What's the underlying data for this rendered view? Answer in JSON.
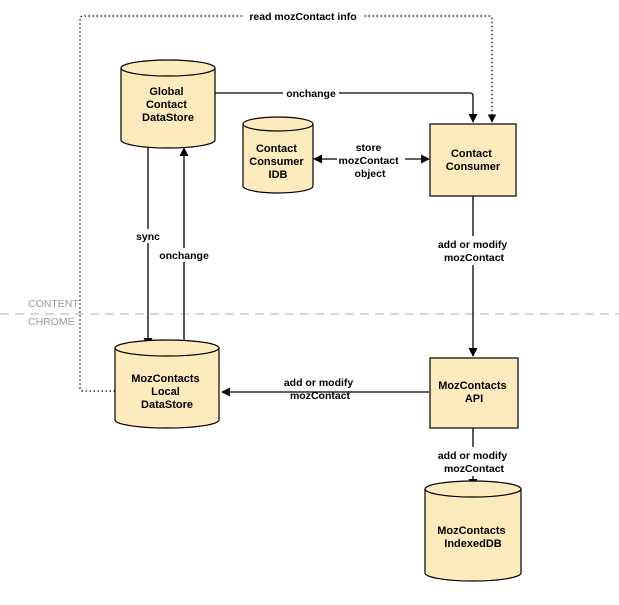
{
  "colors": {
    "node_fill": "#fdebbd",
    "node_stroke": "#000000",
    "divider": "#cccccc",
    "zone_text": "#9a9a9a"
  },
  "zones": {
    "top": "CONTENT",
    "bottom": "CHROME"
  },
  "nodes": {
    "global_datastore": {
      "shape": "cylinder",
      "lines": [
        "Global",
        "Contact",
        "DataStore"
      ]
    },
    "consumer_idb": {
      "shape": "cylinder",
      "lines": [
        "Contact",
        "Consumer",
        "IDB"
      ]
    },
    "contact_consumer": {
      "shape": "rectangle",
      "lines": [
        "Contact",
        "Consumer"
      ]
    },
    "local_datastore": {
      "shape": "cylinder",
      "lines": [
        "MozContacts",
        "Local",
        "DataStore"
      ]
    },
    "mozcontacts_api": {
      "shape": "rectangle",
      "lines": [
        "MozContacts",
        "API"
      ]
    },
    "indexeddb": {
      "shape": "cylinder",
      "lines": [
        "MozContacts",
        "IndexedDB"
      ]
    }
  },
  "edges": {
    "read_info": {
      "lines": [
        "read mozContact info"
      ],
      "from": "local_datastore",
      "to": "contact_consumer",
      "style": "dotted"
    },
    "global_onchange": {
      "lines": [
        "onchange"
      ],
      "from": "global_datastore",
      "to": "contact_consumer",
      "style": "solid"
    },
    "store_object": {
      "lines": [
        "store",
        "mozContact",
        "object"
      ],
      "from": "contact_consumer",
      "to": "consumer_idb",
      "style": "solid",
      "bidirectional": true
    },
    "sync": {
      "lines": [
        "sync"
      ],
      "from": "global_datastore",
      "to": "local_datastore",
      "style": "solid"
    },
    "local_onchange": {
      "lines": [
        "onchange"
      ],
      "from": "local_datastore",
      "to": "global_datastore",
      "style": "solid"
    },
    "consumer_to_api": {
      "lines": [
        "add or modify",
        "mozContact"
      ],
      "from": "contact_consumer",
      "to": "mozcontacts_api",
      "style": "solid"
    },
    "api_to_local": {
      "lines": [
        "add or modify",
        "mozContact"
      ],
      "from": "mozcontacts_api",
      "to": "local_datastore",
      "style": "solid"
    },
    "api_to_indexeddb": {
      "lines": [
        "add or modify",
        "mozContact"
      ],
      "from": "mozcontacts_api",
      "to": "indexeddb",
      "style": "solid"
    }
  }
}
